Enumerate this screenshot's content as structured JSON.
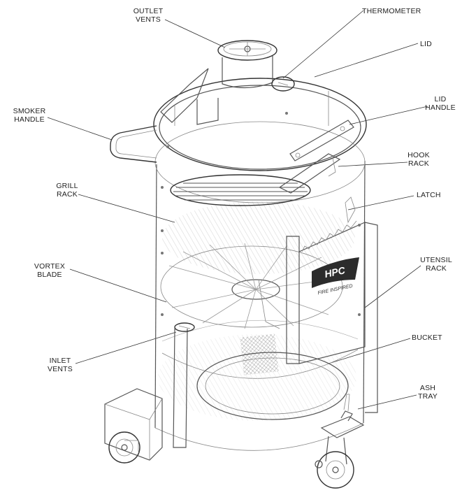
{
  "labels": {
    "outlet_vents": "OUTLET\nVENTS",
    "thermometer": "THERMOMETER",
    "lid": "LID",
    "smoker_handle": "SMOKER\nHANDLE",
    "lid_handle": "LID\nHANDLE",
    "hook_rack": "HOOK\nRACK",
    "grill_rack": "GRILL\nRACK",
    "latch": "LATCH",
    "vortex_blade": "VORTEX\nBLADE",
    "utensil_rack": "UTENSIL\nRACK",
    "bucket": "BUCKET",
    "inlet_vents": "INLET\nVENTS",
    "ash_tray": "ASH\nTRAY"
  },
  "logo": {
    "brand": "HPC",
    "tagline": "FIRE INSPIRED"
  }
}
